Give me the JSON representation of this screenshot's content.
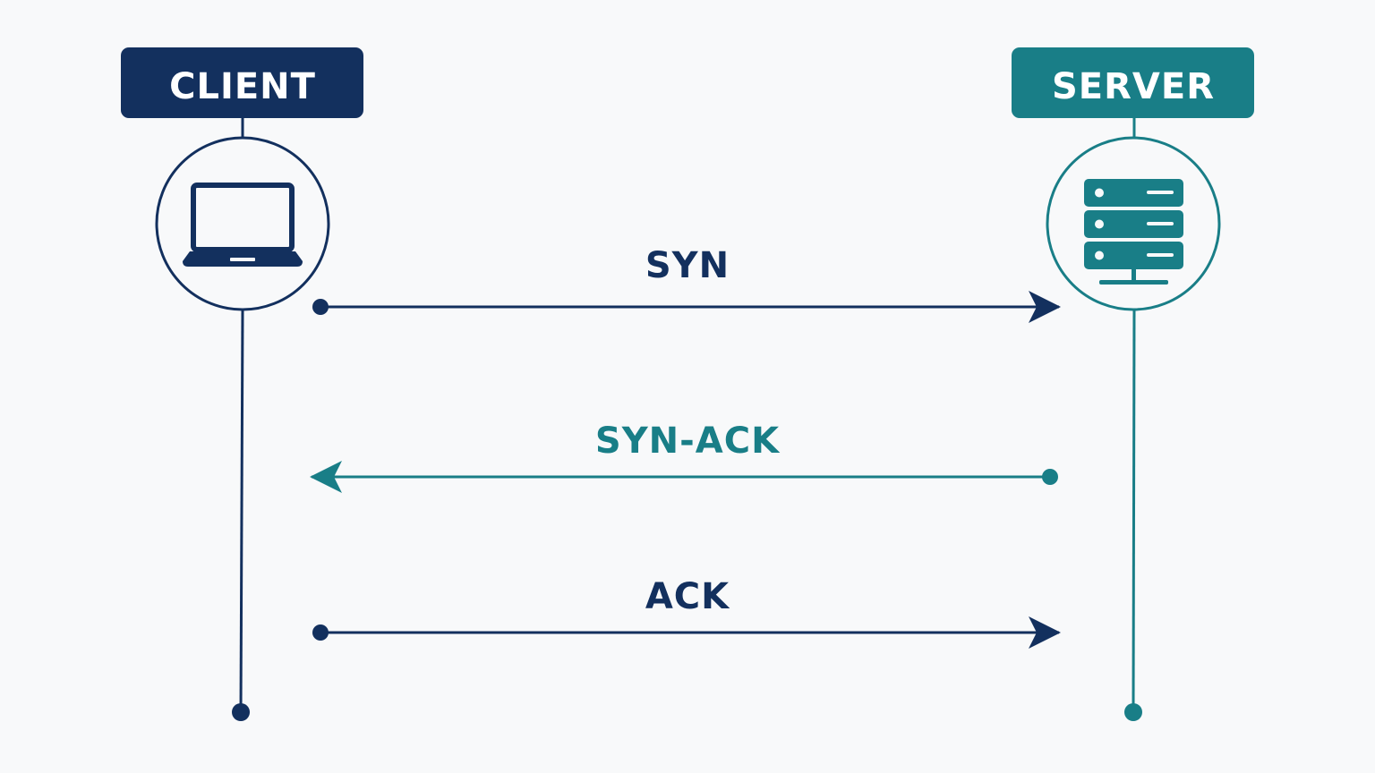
{
  "colors": {
    "background": "#f8f9fa",
    "client": "#13305e",
    "server": "#197e87",
    "header_text": "#ffffff"
  },
  "client": {
    "label": "CLIENT",
    "icon": "laptop-icon"
  },
  "server": {
    "label": "SERVER",
    "icon": "server-rack-icon"
  },
  "messages": [
    {
      "label": "SYN",
      "direction": "client-to-server",
      "color": "#13305e"
    },
    {
      "label": "SYN-ACK",
      "direction": "server-to-client",
      "color": "#197e87"
    },
    {
      "label": "ACK",
      "direction": "client-to-server",
      "color": "#13305e"
    }
  ]
}
